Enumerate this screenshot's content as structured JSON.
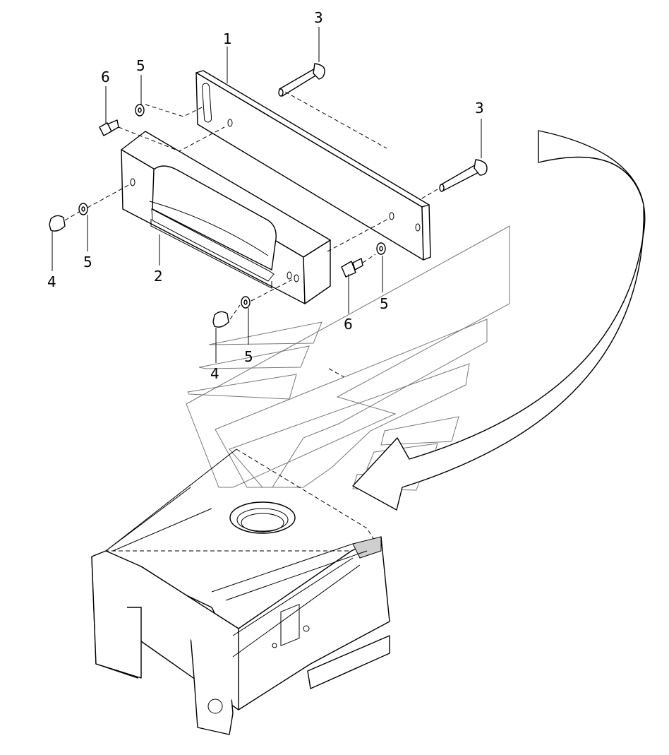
{
  "callouts": {
    "c1": "1",
    "c2": "2",
    "c3a": "3",
    "c3b": "3",
    "c4a": "4",
    "c4b": "4",
    "c5a": "5",
    "c5b": "5",
    "c5c": "5",
    "c5d": "5",
    "c6a": "6",
    "c6b": "6"
  },
  "colors": {
    "line": "#000000",
    "background": "#ffffff"
  }
}
